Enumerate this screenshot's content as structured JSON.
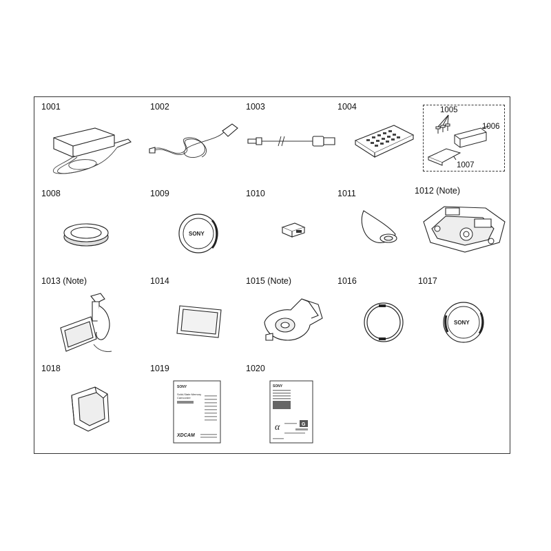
{
  "parts": [
    {
      "num": "1001",
      "note": ""
    },
    {
      "num": "1002",
      "note": ""
    },
    {
      "num": "1003",
      "note": ""
    },
    {
      "num": "1004",
      "note": ""
    },
    {
      "num": "1008",
      "note": ""
    },
    {
      "num": "1009",
      "note": ""
    },
    {
      "num": "1010",
      "note": ""
    },
    {
      "num": "1011",
      "note": ""
    },
    {
      "num": "1012",
      "note": "(Note)"
    },
    {
      "num": "1013",
      "note": "(Note)"
    },
    {
      "num": "1014",
      "note": ""
    },
    {
      "num": "1015",
      "note": "(Note)"
    },
    {
      "num": "1016",
      "note": ""
    },
    {
      "num": "1017",
      "note": ""
    },
    {
      "num": "1018",
      "note": ""
    },
    {
      "num": "1019",
      "note": ""
    },
    {
      "num": "1020",
      "note": ""
    }
  ],
  "callouts": {
    "a": "1005",
    "b": "1006",
    "c": "1007"
  },
  "brand": {
    "sony": "SONY",
    "xdcam": "XDCAM",
    "alpha": "α",
    "g_mark": "G"
  },
  "manual_1019": {
    "line1": "Solid-State Memory",
    "line2": "Camcorder"
  }
}
